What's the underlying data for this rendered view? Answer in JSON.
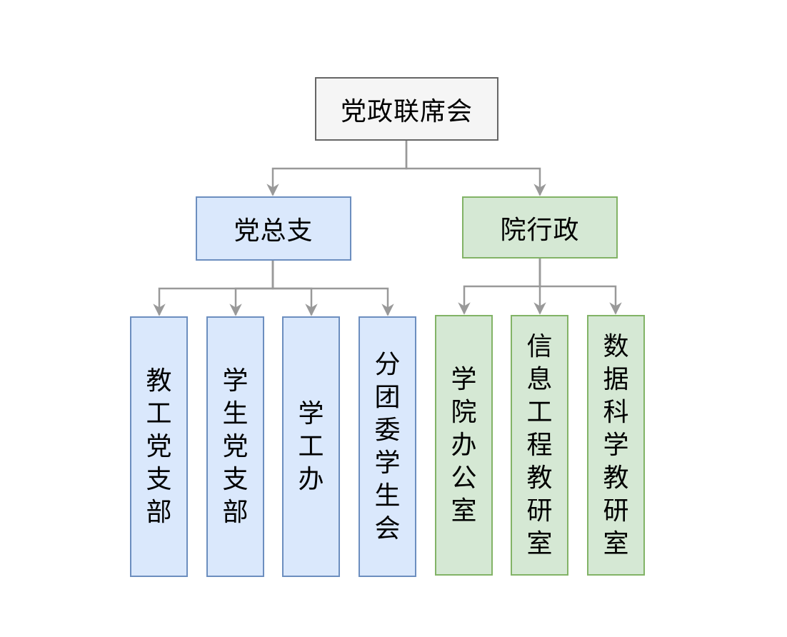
{
  "diagram": {
    "root": {
      "label": "党政联席会"
    },
    "branches": [
      {
        "label": "党总支",
        "theme": "blue",
        "children": [
          {
            "label": "教工党支部"
          },
          {
            "label": "学生党支部"
          },
          {
            "label": "学工办"
          },
          {
            "label": "分团委学生会"
          }
        ]
      },
      {
        "label": "院行政",
        "theme": "green",
        "children": [
          {
            "label": "学院办公室"
          },
          {
            "label": "信息工程教研室"
          },
          {
            "label": "数据科学教研室"
          }
        ]
      }
    ],
    "colors": {
      "root_fill": "#f5f5f5",
      "root_stroke": "#666666",
      "blue_fill": "#dae8fc",
      "blue_stroke": "#6c8ebf",
      "green_fill": "#d5e8d4",
      "green_stroke": "#82b366",
      "connector": "#999999"
    }
  }
}
